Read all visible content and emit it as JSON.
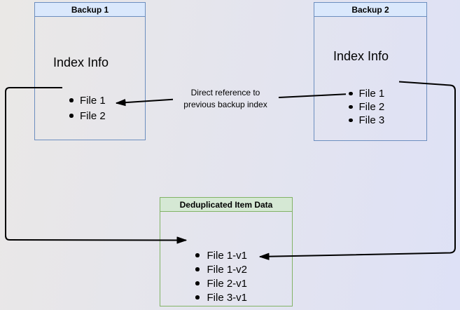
{
  "colors": {
    "bg-start": "#eae8e6",
    "bg-end": "#dee1f6",
    "blue-fill": "#dae8fc",
    "blue-border": "#6c8ebf",
    "green-fill": "#d5e8d4",
    "green-border": "#82b366",
    "arrow": "#000000",
    "text": "#000000"
  },
  "backup1": {
    "title": "Backup 1",
    "section_label": "Index Info",
    "items": [
      "File 1",
      "File 2"
    ]
  },
  "backup2": {
    "title": "Backup 2",
    "section_label": "Index Info",
    "items": [
      "File 1",
      "File 2",
      "File 3"
    ]
  },
  "dedup": {
    "title": "Deduplicated Item Data",
    "items": [
      "File 1-v1",
      "File 1-v2",
      "File 2-v1",
      "File 3-v1"
    ]
  },
  "edge_label": {
    "line1": "Direct reference to",
    "line2": "previous backup index"
  }
}
